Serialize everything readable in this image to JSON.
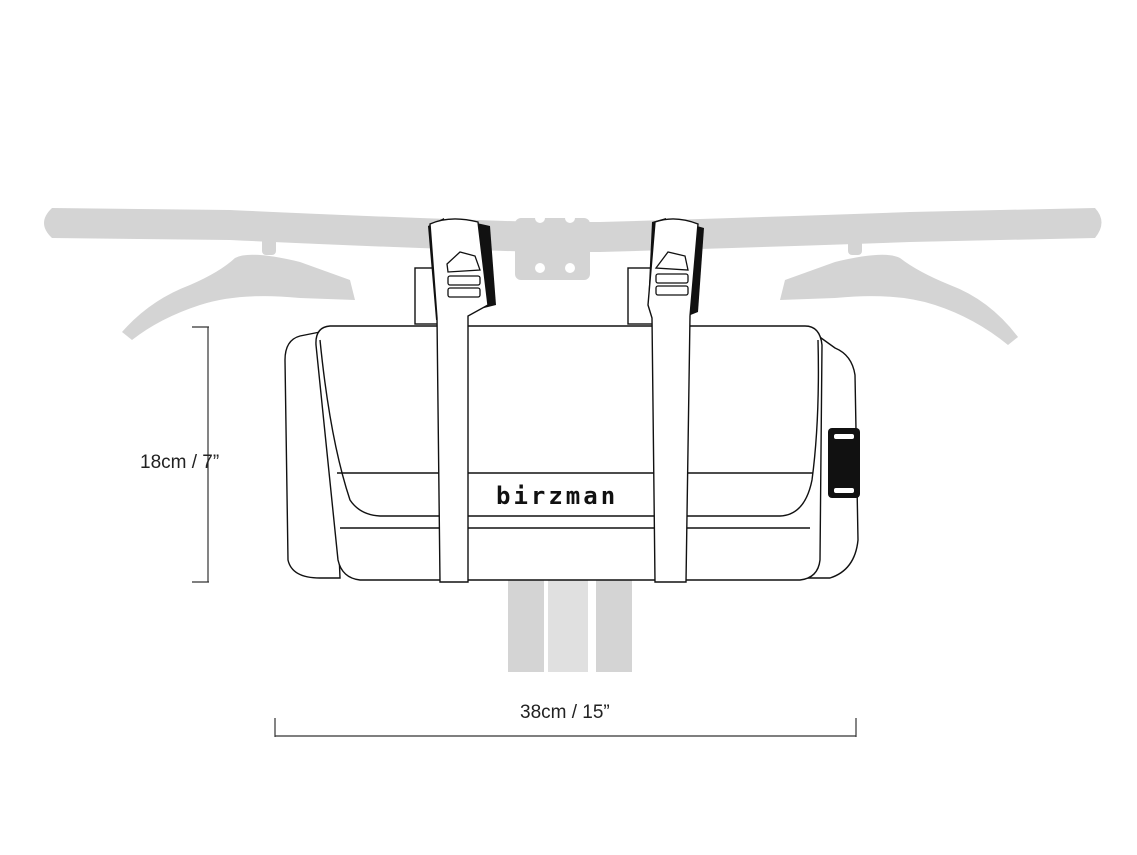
{
  "diagram": {
    "brand_logo": "birzman",
    "dimensions": {
      "height_label": "18cm / 7”",
      "width_label": "38cm / 15”"
    },
    "colors": {
      "handlebar": "#d4d4d4",
      "outline": "#111111",
      "background": "#ffffff"
    }
  }
}
